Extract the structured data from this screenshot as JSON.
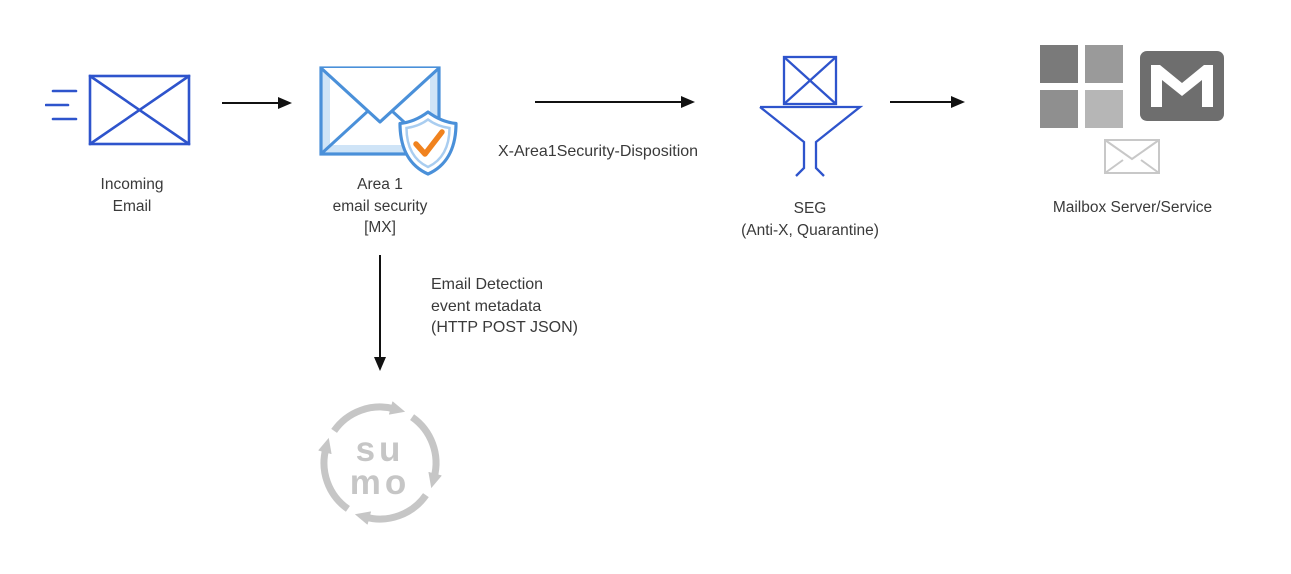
{
  "colors": {
    "blue": "#2e54cc",
    "icon_blue": "#4a90d9",
    "icon_blue_light": "#cfe4f7",
    "shield_inner_blue": "#a9cdf0",
    "check_orange": "#f0821e",
    "arrow_black": "#111111",
    "text": "#3a3a3a",
    "logo_gray": "#c6c6c6",
    "ms_tl": "#7a7a7a",
    "ms_tr": "#9a9a9a",
    "ms_bl": "#8f8f8f",
    "ms_br": "#b6b6b6",
    "gmail_gray": "#6e6e6e",
    "envelope_light_gray": "#c8c8c8"
  },
  "nodes": {
    "incoming_email": {
      "lines": [
        "Incoming",
        "Email"
      ]
    },
    "area1": {
      "lines": [
        "Area 1",
        "email security",
        "[MX]"
      ]
    },
    "seg": {
      "lines": [
        "SEG",
        "(Anti-X, Quarantine)"
      ]
    },
    "mailbox": {
      "label": "Mailbox Server/Service"
    },
    "sumo_logic": {
      "logo_top": "su",
      "logo_bottom": "mo"
    }
  },
  "edges": {
    "area1_to_seg": {
      "label": "X-Area1Security-Disposition"
    },
    "area1_to_sumo": {
      "lines": [
        "Email Detection",
        "event metadata",
        "(HTTP POST JSON)"
      ]
    }
  }
}
